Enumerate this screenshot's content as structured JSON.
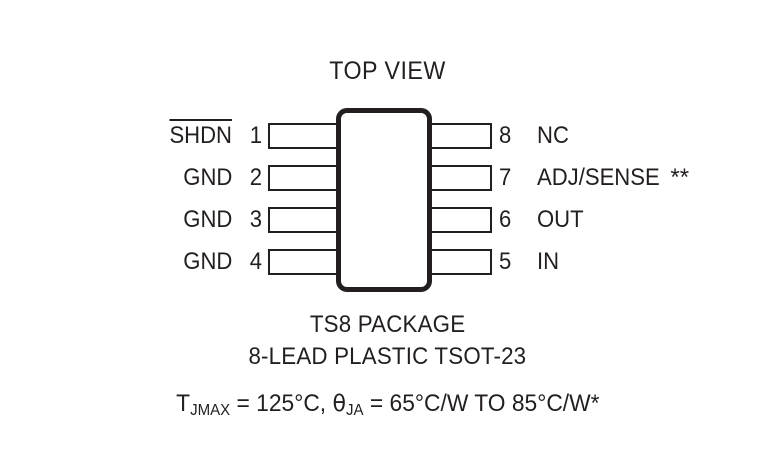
{
  "diagram": {
    "title": "TOP VIEW",
    "package_outline": {
      "shape": "rounded-rectangle",
      "stroke_color": "#231f20"
    },
    "pins_left": [
      {
        "number": "1",
        "label": "SHDN",
        "overline": true
      },
      {
        "number": "2",
        "label": "GND",
        "overline": false
      },
      {
        "number": "3",
        "label": "GND",
        "overline": false
      },
      {
        "number": "4",
        "label": "GND",
        "overline": false
      }
    ],
    "pins_right": [
      {
        "number": "8",
        "label": "NC",
        "suffix": ""
      },
      {
        "number": "7",
        "label": "ADJ/SENSE",
        "suffix": "**"
      },
      {
        "number": "6",
        "label": "OUT",
        "suffix": ""
      },
      {
        "number": "5",
        "label": "IN",
        "suffix": ""
      }
    ],
    "caption_line1": "TS8 PACKAGE",
    "caption_line2": "8-LEAD PLASTIC TSOT-23",
    "thermal": {
      "t_symbol": "T",
      "t_subscript": "JMAX",
      "t_value": " = 125°C, ",
      "theta_symbol": "θ",
      "theta_subscript": "JA",
      "theta_value": " = 65°C/W TO 85°C/W*"
    }
  },
  "colors": {
    "ink": "#231f20",
    "background": "#ffffff"
  }
}
